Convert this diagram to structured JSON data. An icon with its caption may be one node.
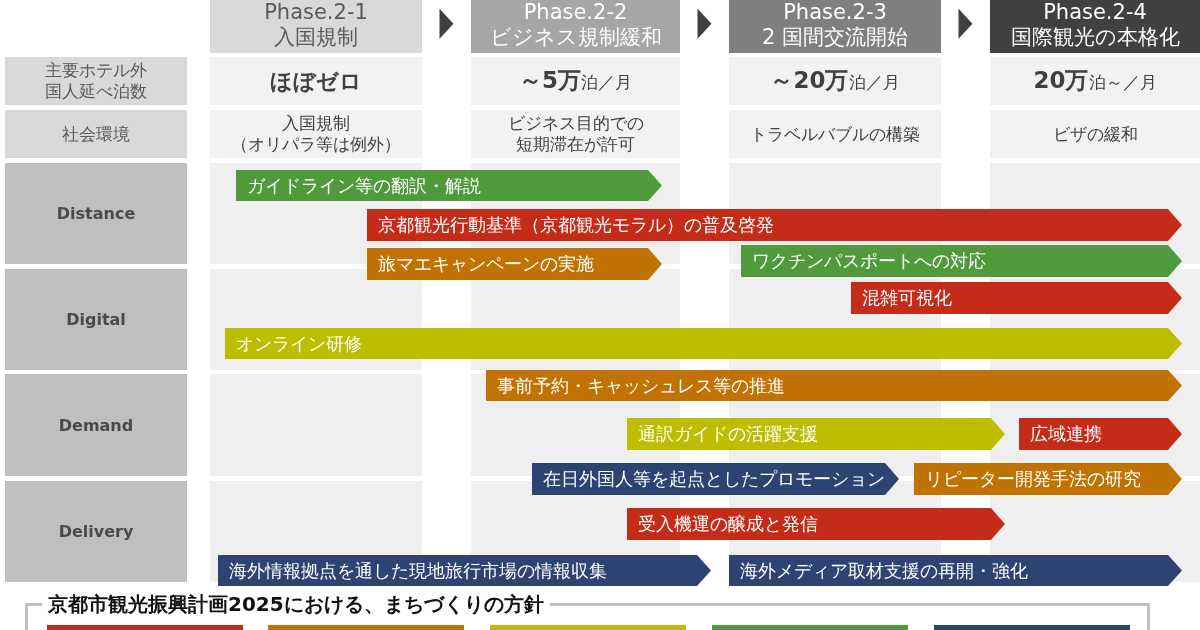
{
  "diagram": {
    "nodes": [
      {
        "text": [
          "Phase.2-1",
          "入国規制"
        ]
      },
      {
        "text": [
          "Phase.2-2",
          "ビジネス規制緩和"
        ]
      },
      {
        "text": [
          "Phase.2-3",
          "2 国間交流開始"
        ]
      },
      {
        "text": [
          "Phase.2-4",
          "国際観光の本格化"
        ]
      },
      {
        "text": [
          "Distance"
        ]
      },
      {
        "text": [
          "Digital"
        ]
      },
      {
        "text": [
          "Demand"
        ]
      },
      {
        "text": [
          "Delivery"
        ]
      },
      {
        "text": [
          "ガイドライン等の翻訳・解説"
        ]
      },
      {
        "text": [
          "京都観光行動基準（京都観光モラル）の普及啓発"
        ]
      },
      {
        "text": [
          "旅マエキャンペーンの実施"
        ]
      },
      {
        "text": [
          "ワクチンパスポートへの対応"
        ]
      },
      {
        "text": [
          "混雑可視化"
        ]
      },
      {
        "text": [
          "オンライン研修"
        ]
      },
      {
        "text": [
          "事前予約・キャッシュレス等の推進"
        ]
      },
      {
        "text": [
          "通訳ガイドの活躍支援"
        ]
      },
      {
        "text": [
          "広域連携"
        ]
      },
      {
        "text": [
          "在日外国人等を起点としたプロモーション"
        ]
      },
      {
        "text": [
          "リピーター開発手法の研究"
        ]
      },
      {
        "text": [
          "受入機運の醸成と発信"
        ]
      },
      {
        "text": [
          "海外情報拠点を通した現地旅行市場の情報収集"
        ]
      },
      {
        "text": [
          "海外メディア取材支援の再開・強化"
        ]
      },
      {
        "text": [
          "京都市観光振興計画2025における、まちづくりの方針"
        ]
      }
    ],
    "edges": [
      {
        "from": 0,
        "to": 1,
        "arrow": "to"
      },
      {
        "from": 1,
        "to": 2,
        "arrow": "to"
      },
      {
        "from": 2,
        "to": 3,
        "arrow": "to"
      }
    ],
    "labels": [
      "主要ホテル外国人延べ泊数",
      "ほぼゼロ",
      "**～5万**泊／月",
      "**～20万**泊／月",
      "**20万**泊～／月",
      "社会環境",
      "入国規制（オリパラ等は例外）",
      "ビジネス目的での短期滞在が許可",
      "トラベルバブルの構築",
      "ビザの緩和"
    ]
  }
}
